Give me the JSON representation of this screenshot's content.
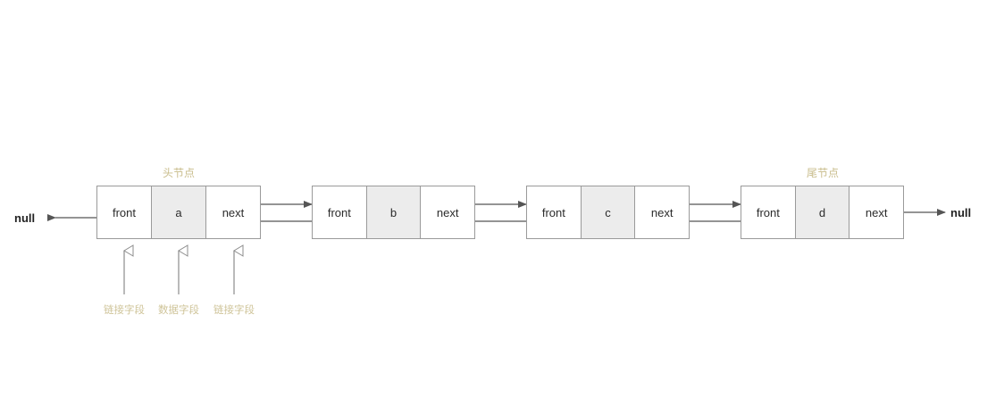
{
  "diagram": {
    "title_head": "头节点",
    "title_tail": "尾节点",
    "null_left": "null",
    "null_right": "null",
    "colors": {
      "box_border": "#9a9a9a",
      "data_cell_fill": "#ececec",
      "line": "#555555",
      "annotation_text": "#cfc499",
      "title_text": "#c9bd8c",
      "cell_text": "#2b2b2b",
      "null_text": "#222222",
      "background": "#ffffff"
    },
    "nodes": [
      {
        "id": "node-1",
        "title": "头节点",
        "front_label": "front",
        "data_label": "a",
        "next_label": "next"
      },
      {
        "id": "node-2",
        "title": "",
        "front_label": "front",
        "data_label": "b",
        "next_label": "next"
      },
      {
        "id": "node-3",
        "title": "",
        "front_label": "front",
        "data_label": "c",
        "next_label": "next"
      },
      {
        "id": "node-4",
        "title": "尾节点",
        "front_label": "front",
        "data_label": "d",
        "next_label": "next"
      }
    ],
    "annotations": [
      {
        "id": "ann-front",
        "label": "链接字段"
      },
      {
        "id": "ann-data",
        "label": "数据字段"
      },
      {
        "id": "ann-next",
        "label": "链接字段"
      }
    ]
  }
}
